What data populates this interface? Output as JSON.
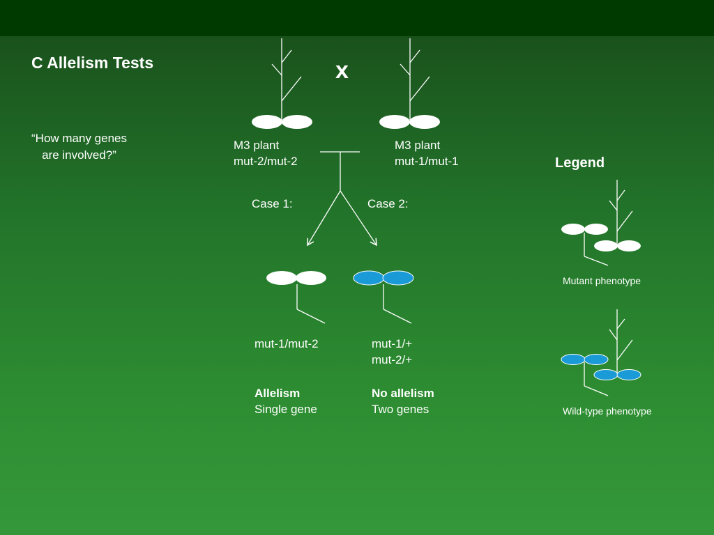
{
  "title": "C Allelism Tests",
  "question": {
    "line1": "“How many genes",
    "line2": "are involved?”"
  },
  "cross_symbol": "x",
  "parents": [
    {
      "line1": "M3 plant",
      "line2": "mut-2/mut-2"
    },
    {
      "line1": "M3 plant",
      "line2": "mut-1/mut-1"
    }
  ],
  "cases": [
    {
      "label": "Case 1:",
      "genotype_lines": [
        "mut-1/mut-2"
      ],
      "conclusion": "Allelism",
      "detail": "Single gene",
      "phenotype": "mutant"
    },
    {
      "label": "Case 2:",
      "genotype_lines": [
        "mut-1/+",
        "mut-2/+"
      ],
      "conclusion": "No allelism",
      "detail": "Two genes",
      "phenotype": "wild-type"
    }
  ],
  "legend": {
    "title": "Legend",
    "items": [
      {
        "caption": "Mutant phenotype",
        "phenotype": "mutant"
      },
      {
        "caption": "Wild-type phenotype",
        "phenotype": "wild-type"
      }
    ]
  },
  "colors": {
    "mutant_leaf": "#ffffff",
    "wildtype_leaf": "#1a9ad6",
    "line": "#ffffff"
  }
}
